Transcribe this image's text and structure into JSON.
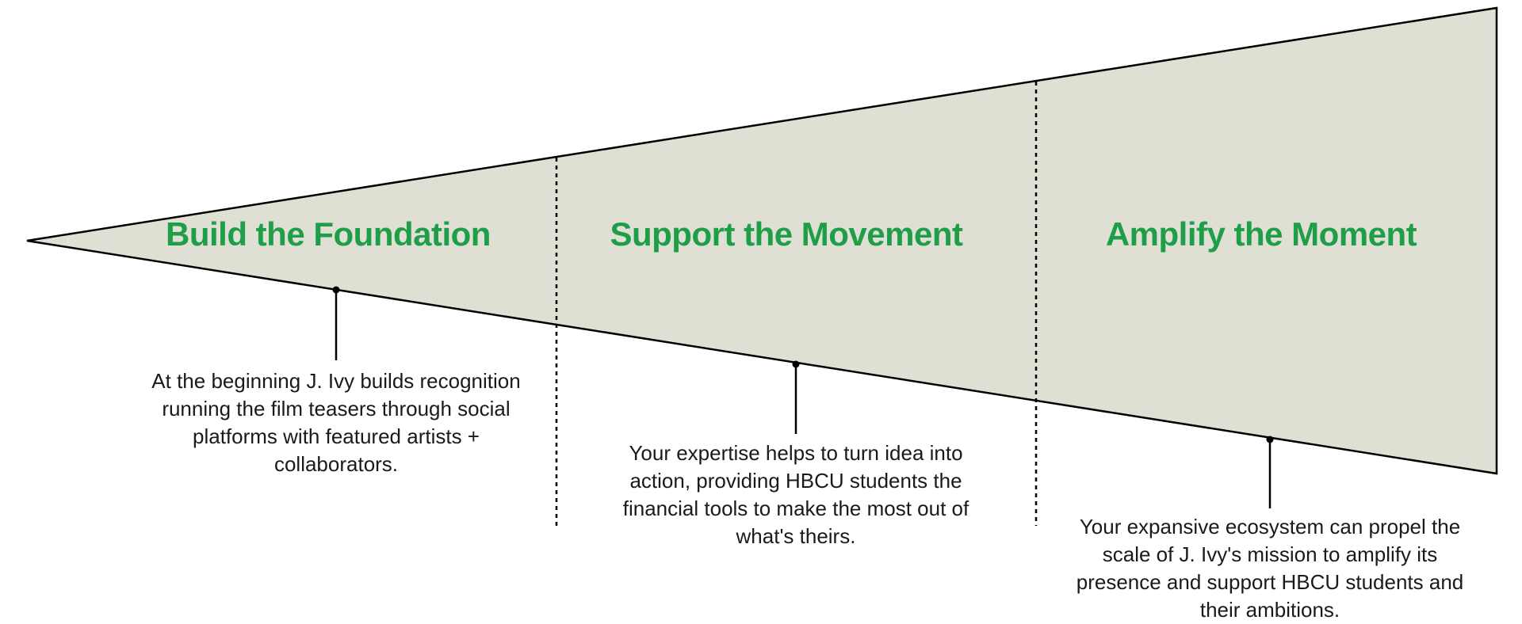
{
  "colors": {
    "wedge_fill": "#e0dfd4",
    "outline": "#000000",
    "title_green": "#1f9e49"
  },
  "stages": [
    {
      "title": "Build the Foundation",
      "description": "At the beginning J. Ivy builds recognition running the film teasers through social platforms with featured artists + collaborators."
    },
    {
      "title": "Support the Movement",
      "description": "Your expertise helps to turn idea into action, providing HBCU students the financial tools to make the most out of what's theirs."
    },
    {
      "title": "Amplify the Moment",
      "description": "Your expansive ecosystem can propel the scale of J. Ivy's mission to amplify its presence and support HBCU students and their ambitions."
    }
  ]
}
